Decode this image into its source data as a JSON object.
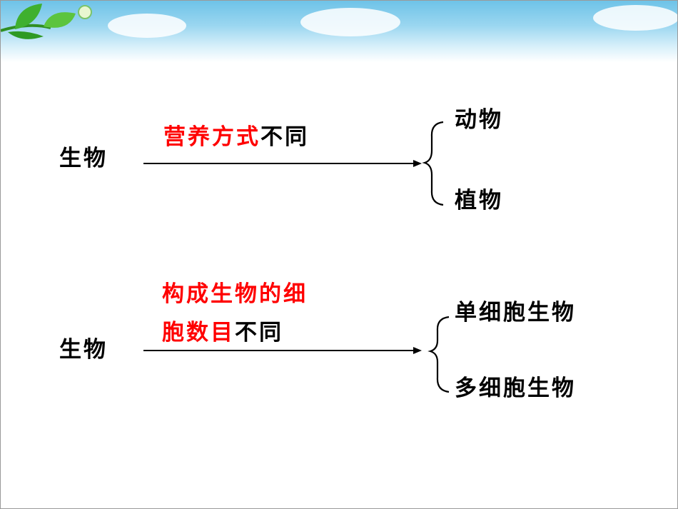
{
  "section1": {
    "source": "生物",
    "criterion_highlight": "营养方式",
    "criterion_rest": "不同",
    "branches": [
      "动物",
      "植物"
    ]
  },
  "section2": {
    "source": "生物",
    "criterion_highlight_line1": "构成生物的细",
    "criterion_highlight_line2": "胞数目",
    "criterion_rest": "不同",
    "branches": [
      "单细胞生物",
      "多细胞生物"
    ]
  },
  "colors": {
    "highlight": "#ff0000",
    "text": "#000000",
    "sky": "#8fd0ee",
    "leaf": "#3aa82a"
  },
  "icons": [
    "leaf-sprout-icon",
    "cloud-icon"
  ]
}
